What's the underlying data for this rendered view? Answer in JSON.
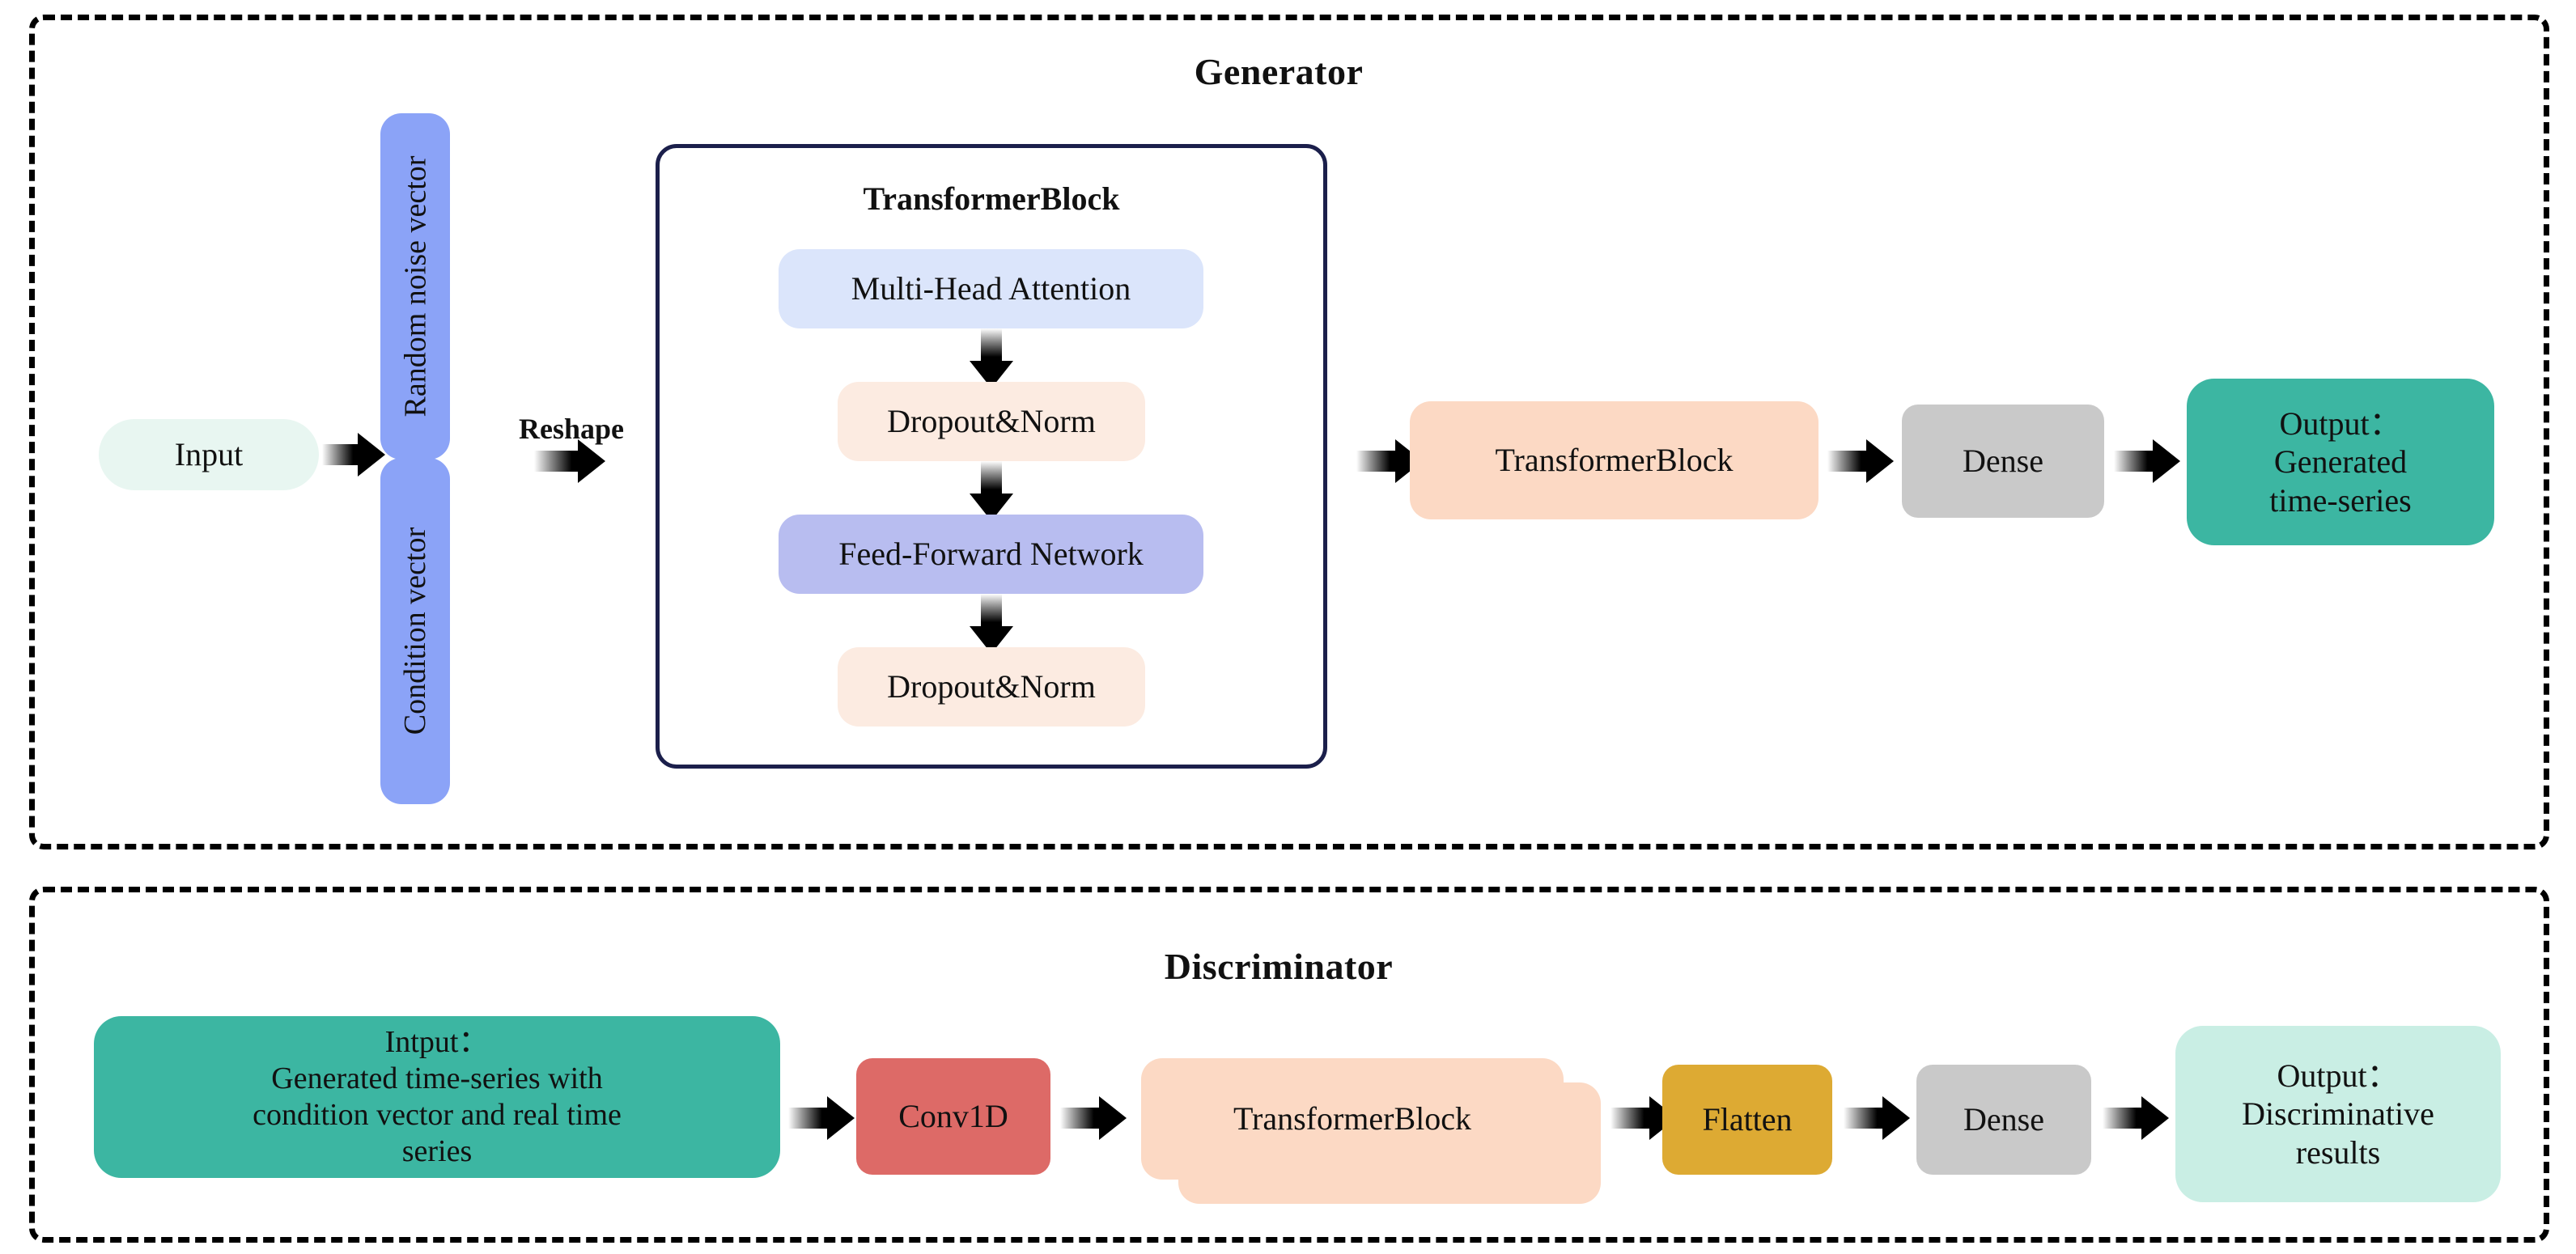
{
  "diagram": {
    "title_generator": "Generator",
    "title_discriminator": "Discriminator"
  },
  "colors": {
    "mint_light": "#e8f6f1",
    "teal": "#3cb6a2",
    "teal_pale": "#c9eee4",
    "blue_vector": "#8ba3f7",
    "blue_attention": "#dbe5fb",
    "blue_ffn": "#b8bdf0",
    "peach_light": "#fcebe1",
    "peach": "#fcd9c4",
    "grey": "#c9c9c9",
    "red": "#dd6a67",
    "gold": "#ddaa33",
    "navy_border": "#1b1f4b",
    "dash_border": "#000000"
  },
  "generator": {
    "input": {
      "label": "Input"
    },
    "vectors": [
      {
        "label": "Random noise vector"
      },
      {
        "label": "Condition vector"
      }
    ],
    "reshape": {
      "label": "Reshape"
    },
    "transformer_inner": {
      "title": "TransformerBlock",
      "blocks": [
        {
          "label": "Multi-Head Attention"
        },
        {
          "label": "Dropout&Norm"
        },
        {
          "label": "Feed-Forward Network"
        },
        {
          "label": "Dropout&Norm"
        }
      ]
    },
    "pipeline": [
      {
        "label": "TransformerBlock"
      },
      {
        "label": "Dense"
      }
    ],
    "output": {
      "line1": "Output：",
      "line2": "Generated",
      "line3": "time-series"
    }
  },
  "discriminator": {
    "input": {
      "line1": "Intput：",
      "line2": "Generated time-series with",
      "line3": "condition vector and real time",
      "line4": "series"
    },
    "pipeline": [
      {
        "label": "Conv1D"
      },
      {
        "label": "TransformerBlock"
      },
      {
        "label": "Flatten"
      },
      {
        "label": "Dense"
      }
    ],
    "output": {
      "line1": "Output：",
      "line2": "Discriminative",
      "line3": "results"
    }
  }
}
